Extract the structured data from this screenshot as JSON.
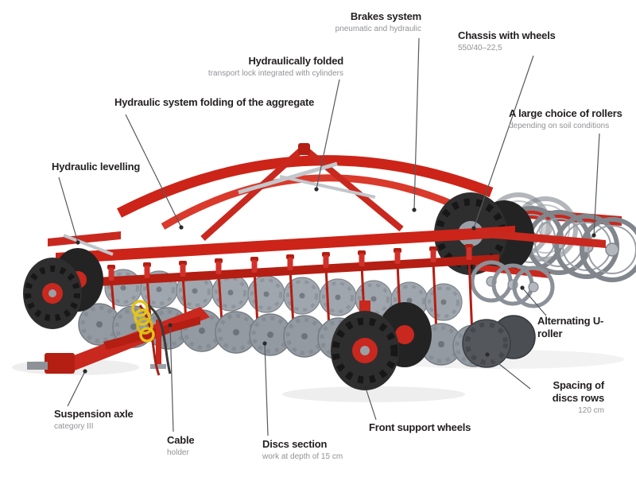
{
  "colors": {
    "machine_red": "#cc2418",
    "machine_red_dark": "#b41e13",
    "tire_black": "#2e2e2e",
    "metal_gray": "#9aa0a7",
    "label_dark": "#231f20",
    "label_gray": "#919296"
  },
  "callouts": {
    "brakes": {
      "title": "Brakes system",
      "subtitle": "pneumatic and hydraulic"
    },
    "chassis": {
      "title": "Chassis with wheels",
      "subtitle": "550/40–22,5"
    },
    "folded": {
      "title": "Hydraulically folded",
      "subtitle": "transport lock integrated with cylinders"
    },
    "folding_system": {
      "title": "Hydraulic system folding of the aggregate"
    },
    "rollers_choice": {
      "title": "A large choice of rollers",
      "subtitle": "depending on soil conditions"
    },
    "levelling": {
      "title": "Hydraulic levelling"
    },
    "u_roller": {
      "title": "Alternating U-roller"
    },
    "spacing": {
      "title": "Spacing of discs rows",
      "subtitle": "120 cm"
    },
    "suspension": {
      "title": "Suspension axle",
      "subtitle": "category III"
    },
    "cable": {
      "title": "Cable",
      "subtitle": "holder"
    },
    "discs": {
      "title": "Discs section",
      "subtitle": "work at depth of 15 cm"
    },
    "support_wheels": {
      "title": "Front support wheels"
    }
  }
}
